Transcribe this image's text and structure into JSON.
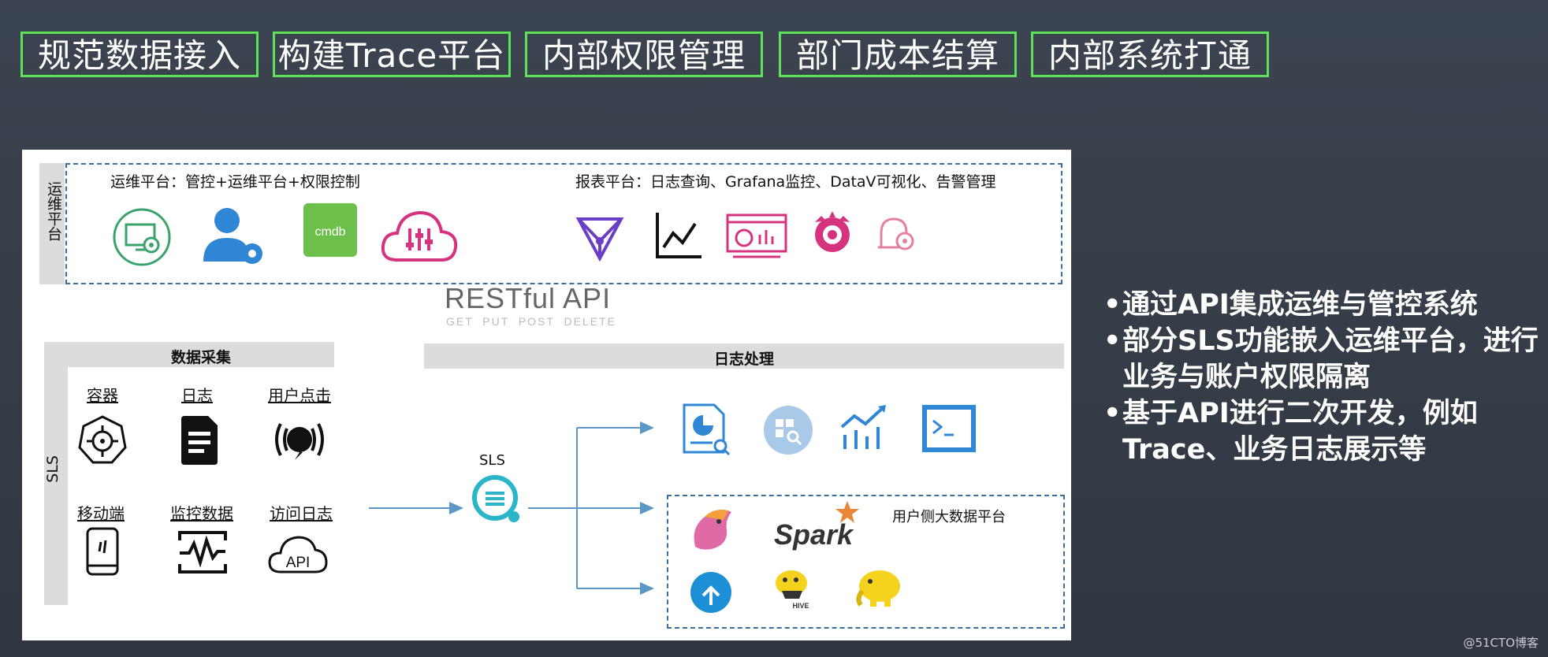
{
  "tags": [
    "规范数据接入",
    "构建Trace平台",
    "内部权限管理",
    "部门成本结算",
    "内部系统打通"
  ],
  "ops": {
    "side_label": "运维平台",
    "left_title": "运维平台：管控+运维平台+权限控制",
    "right_title": "报表平台：日志查询、Grafana监控、DataV可视化、告警管理",
    "cmdb_text": "cmdb"
  },
  "api": {
    "title": "RESTful API",
    "methods": "GET  PUT  POST  DELETE"
  },
  "sls": {
    "side_label": "SLS",
    "collect_title": "数据采集",
    "process_title": "日志处理",
    "sources": [
      "容器",
      "日志",
      "用户点击",
      "移动端",
      "监控数据",
      "访问日志"
    ],
    "api_text": "API",
    "center_label": "SLS",
    "bigdata_title": "用户侧大数据平台",
    "spark_text": "Spark",
    "hive_text": "HIVE"
  },
  "bullets": [
    "通过API集成运维与管控系统",
    "部分SLS功能嵌入运维平台，进行业务与账户权限隔离",
    "基于API进行二次开发，例如Trace、业务日志展示等"
  ],
  "watermark": "@51CTO博客",
  "colors": {
    "tag_border": "#5ee05a",
    "dashed": "#3a6f9c",
    "arrow": "#5b97c7",
    "sls_teal": "#2bb5c9"
  }
}
